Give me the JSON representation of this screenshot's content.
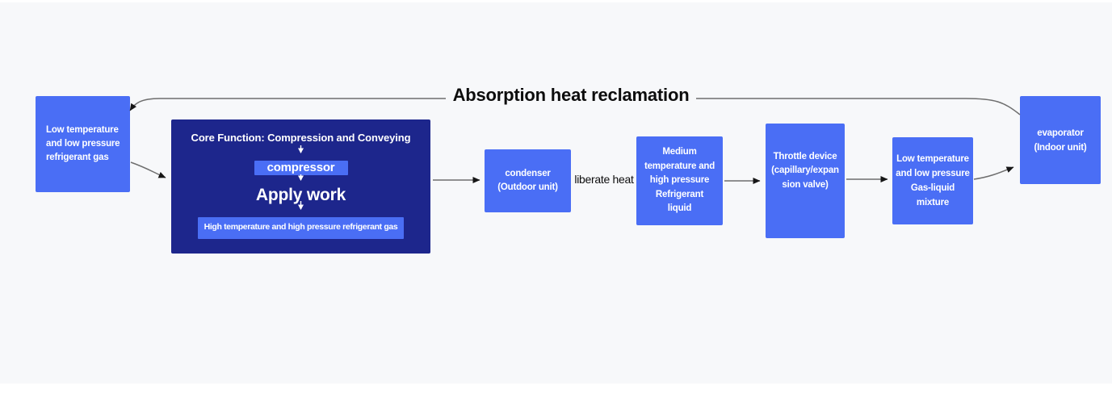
{
  "title": "Absorption heat reclamation",
  "nodes": {
    "start_gas": {
      "lines": [
        "Low temperature",
        "and low pressure",
        "refrigerant gas"
      ]
    },
    "core": {
      "heading": "Core Function: Compression and Conveying",
      "compressor_label": "compressor",
      "apply_work_label": "Apply work",
      "output_label": "High temperature and high pressure refrigerant gas"
    },
    "condenser": {
      "lines": [
        "condenser",
        "(Outdoor unit)"
      ]
    },
    "refrigerant_liquid": {
      "lines": [
        "Medium",
        "temperature and",
        "high pressure",
        "Refrigerant",
        "liquid"
      ]
    },
    "throttle": {
      "lines": [
        "Throttle device",
        "(capillary/expan",
        "sion valve)"
      ]
    },
    "gas_liquid_mixture": {
      "lines": [
        "Low temperature",
        "and low pressure",
        "Gas-liquid",
        "mixture"
      ]
    },
    "evaporator": {
      "lines": [
        "evaporator",
        "(Indoor unit)"
      ]
    }
  },
  "labels": {
    "liberate_heat": "liberate heat"
  },
  "colors": {
    "canvas": "#f7f8fa",
    "box_blue": "#4a6ef5",
    "box_dark": "#1d268c",
    "arrow_line": "#6e6e6e",
    "arrow_head": "#161616",
    "text_white": "#ffffff",
    "text_dark": "#0d0d0d"
  }
}
